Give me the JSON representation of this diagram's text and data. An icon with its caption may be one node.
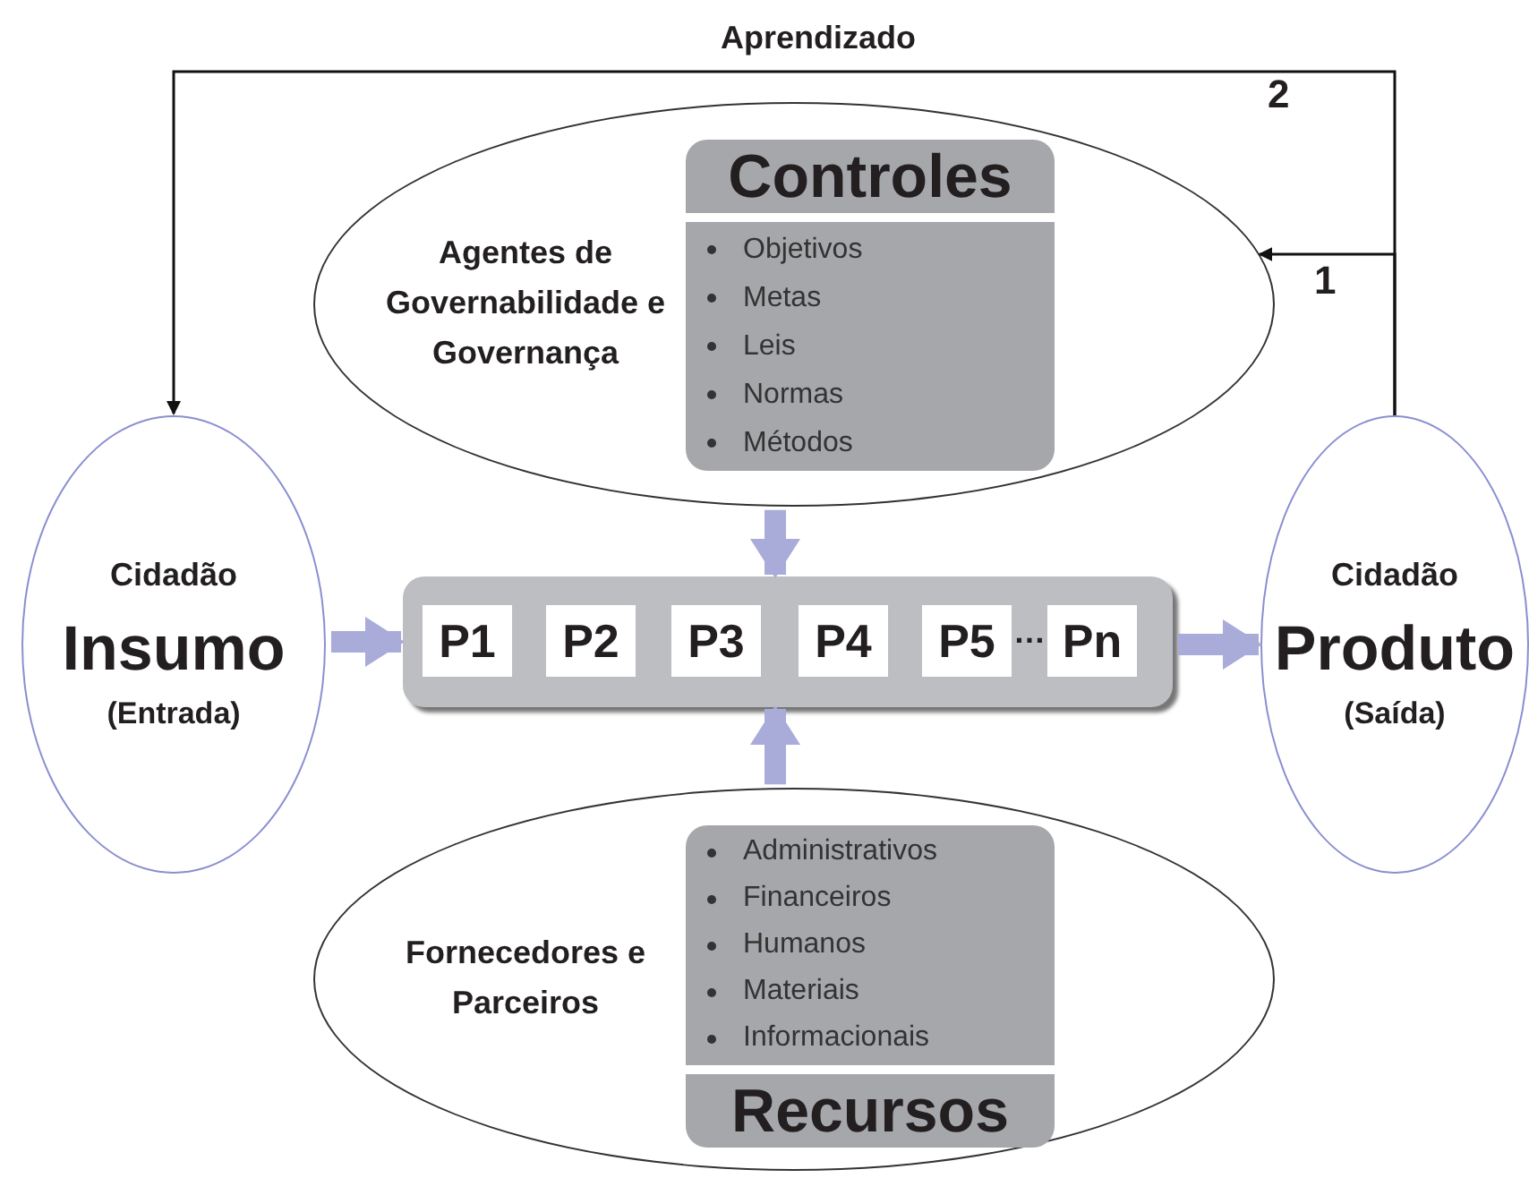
{
  "diagram": {
    "nodes": [
      {
        "text": [
          "Agentes de Governabilidade e Governança"
        ]
      },
      {
        "text": [
          "Controles",
          "Objetivos",
          "Metas",
          "Leis",
          "Normas",
          "Métodos"
        ],
        "in": 0
      },
      {
        "text": [
          "Cidadão",
          "Insumo",
          "(Entrada)"
        ]
      },
      {
        "text": [],
        "shape": "box"
      },
      {
        "text": [
          "P1"
        ],
        "in": 3
      },
      {
        "text": [
          "P2"
        ],
        "in": 3
      },
      {
        "text": [
          "P3"
        ],
        "in": 3
      },
      {
        "text": [
          "P4"
        ],
        "in": 3
      },
      {
        "text": [
          "P5"
        ],
        "in": 3
      },
      {
        "text": [
          "Pn"
        ],
        "in": 3
      },
      {
        "text": [
          "Cidadão",
          "Produto",
          "(Saída)"
        ]
      },
      {
        "text": [
          "Fornecedores e Parceiros"
        ]
      },
      {
        "text": [
          "Administrativos",
          "Financeiros",
          "Humanos",
          "Materiais",
          "Informacionais",
          "Recursos"
        ],
        "in": 11
      }
    ],
    "edges": [
      {
        "from": 10,
        "to": 2,
        "arrow": "to",
        "label": "Aprendizado",
        "color": "#111111"
      },
      {
        "from": 10,
        "to": 0,
        "arrow": "to",
        "color": "#111111"
      },
      {
        "from": 2,
        "to": 3,
        "arrow": "to"
      },
      {
        "from": 0,
        "to": 3,
        "arrow": "to"
      },
      {
        "from": 11,
        "to": 3,
        "arrow": "to"
      },
      {
        "from": 3,
        "to": 10,
        "arrow": "to"
      }
    ],
    "labels": [
      "2",
      "1",
      "…"
    ]
  }
}
